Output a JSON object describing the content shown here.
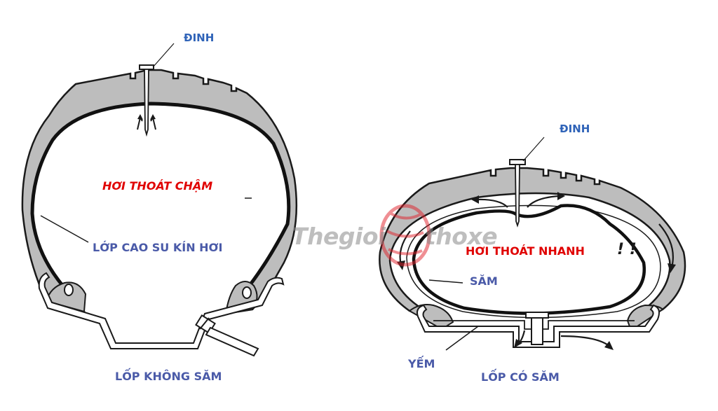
{
  "labels": {
    "left_nail": "ĐINH",
    "left_slow_leak": "HƠI THOÁT CHẬM",
    "left_liner": "LỚP CAO SU KÍN HƠI",
    "left_caption": "LỐP KHÔNG SĂM",
    "right_nail": "ĐINH",
    "right_fast_leak": "HƠI THOÁT NHANH",
    "right_exclaim": "! !",
    "right_tube": "SĂM",
    "right_flap": "YẾM",
    "right_caption": "LỐP CÓ SĂM"
  },
  "watermark": {
    "left_text": "Thegioi",
    "right_text": "thoxe"
  },
  "colors": {
    "tire_fill": "#bdbdbd",
    "outline": "#1a1a1a",
    "label_blue": "#2f63b8",
    "label_violet": "#4a5aa8",
    "label_red": "#e00000",
    "watermark_red": "#e0202a"
  }
}
